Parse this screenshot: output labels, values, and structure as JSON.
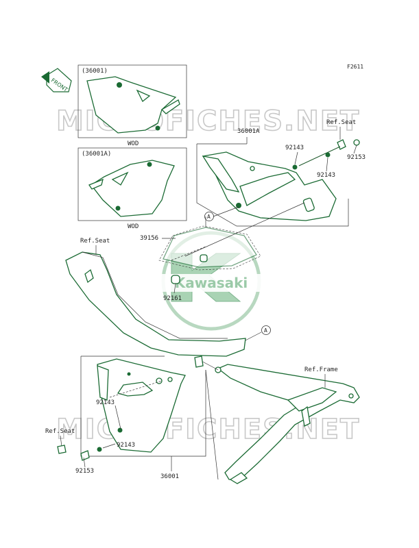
{
  "figure_code": "F2611",
  "front_arrow": "FRONT",
  "watermark": "MICROFICHES.NET",
  "logo_text": "Kawasaki",
  "inset1": {
    "part_no": "(36001)",
    "note": "WOD"
  },
  "inset2": {
    "part_no": "(36001A)",
    "note": "WOD"
  },
  "callouts": {
    "c36001A": "36001A",
    "c92143_a": "92143",
    "c92143_b": "92143",
    "c92153_top": "92153",
    "ref_seat_top": "Ref.Seat",
    "c39156": "39156",
    "ref_seat_left": "Ref.Seat",
    "c92161": "92161",
    "ref_frame": "Ref.Frame",
    "c92143_c": "92143",
    "c92143_d": "92143",
    "ref_seat_bottom": "Ref.Seat",
    "c92153_bottom": "92153",
    "c36001": "36001",
    "marker_a1": "A",
    "marker_a2": "A"
  }
}
